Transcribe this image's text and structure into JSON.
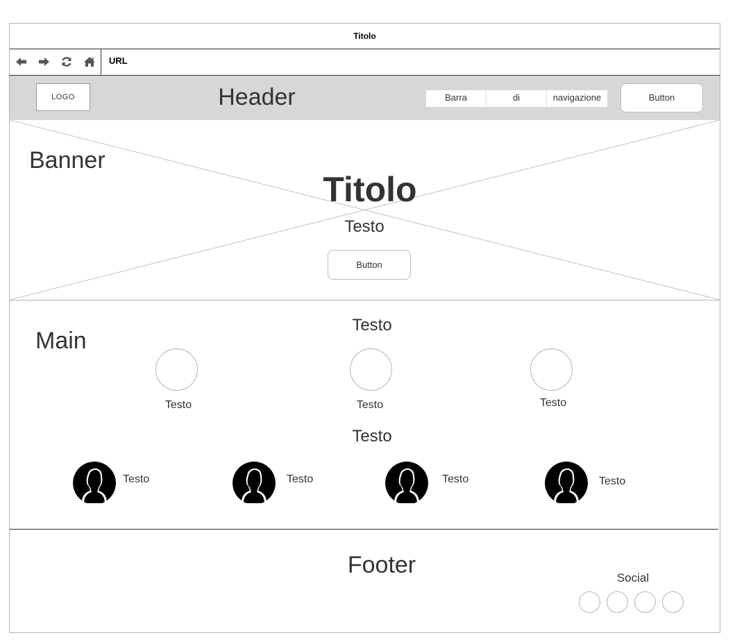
{
  "browser": {
    "title": "Titolo",
    "url": "URL",
    "icons": [
      "back-icon",
      "forward-icon",
      "reload-icon",
      "home-icon"
    ]
  },
  "header": {
    "logo": "LOGO",
    "title": "Header",
    "nav": [
      "Barra",
      "di",
      "navigazione"
    ],
    "button": "Button",
    "background": "#d7d7d7"
  },
  "banner": {
    "label": "Banner",
    "title": "Titolo",
    "text": "Testo",
    "button": "Button"
  },
  "main": {
    "label": "Main",
    "heading1": "Testo",
    "items": [
      "Testo",
      "Testo",
      "Testo"
    ],
    "heading2": "Testo",
    "people": [
      "Testo",
      "Testo",
      "Testo",
      "Testo"
    ]
  },
  "footer": {
    "title": "Footer",
    "social_label": "Social",
    "social_icons": 4
  }
}
